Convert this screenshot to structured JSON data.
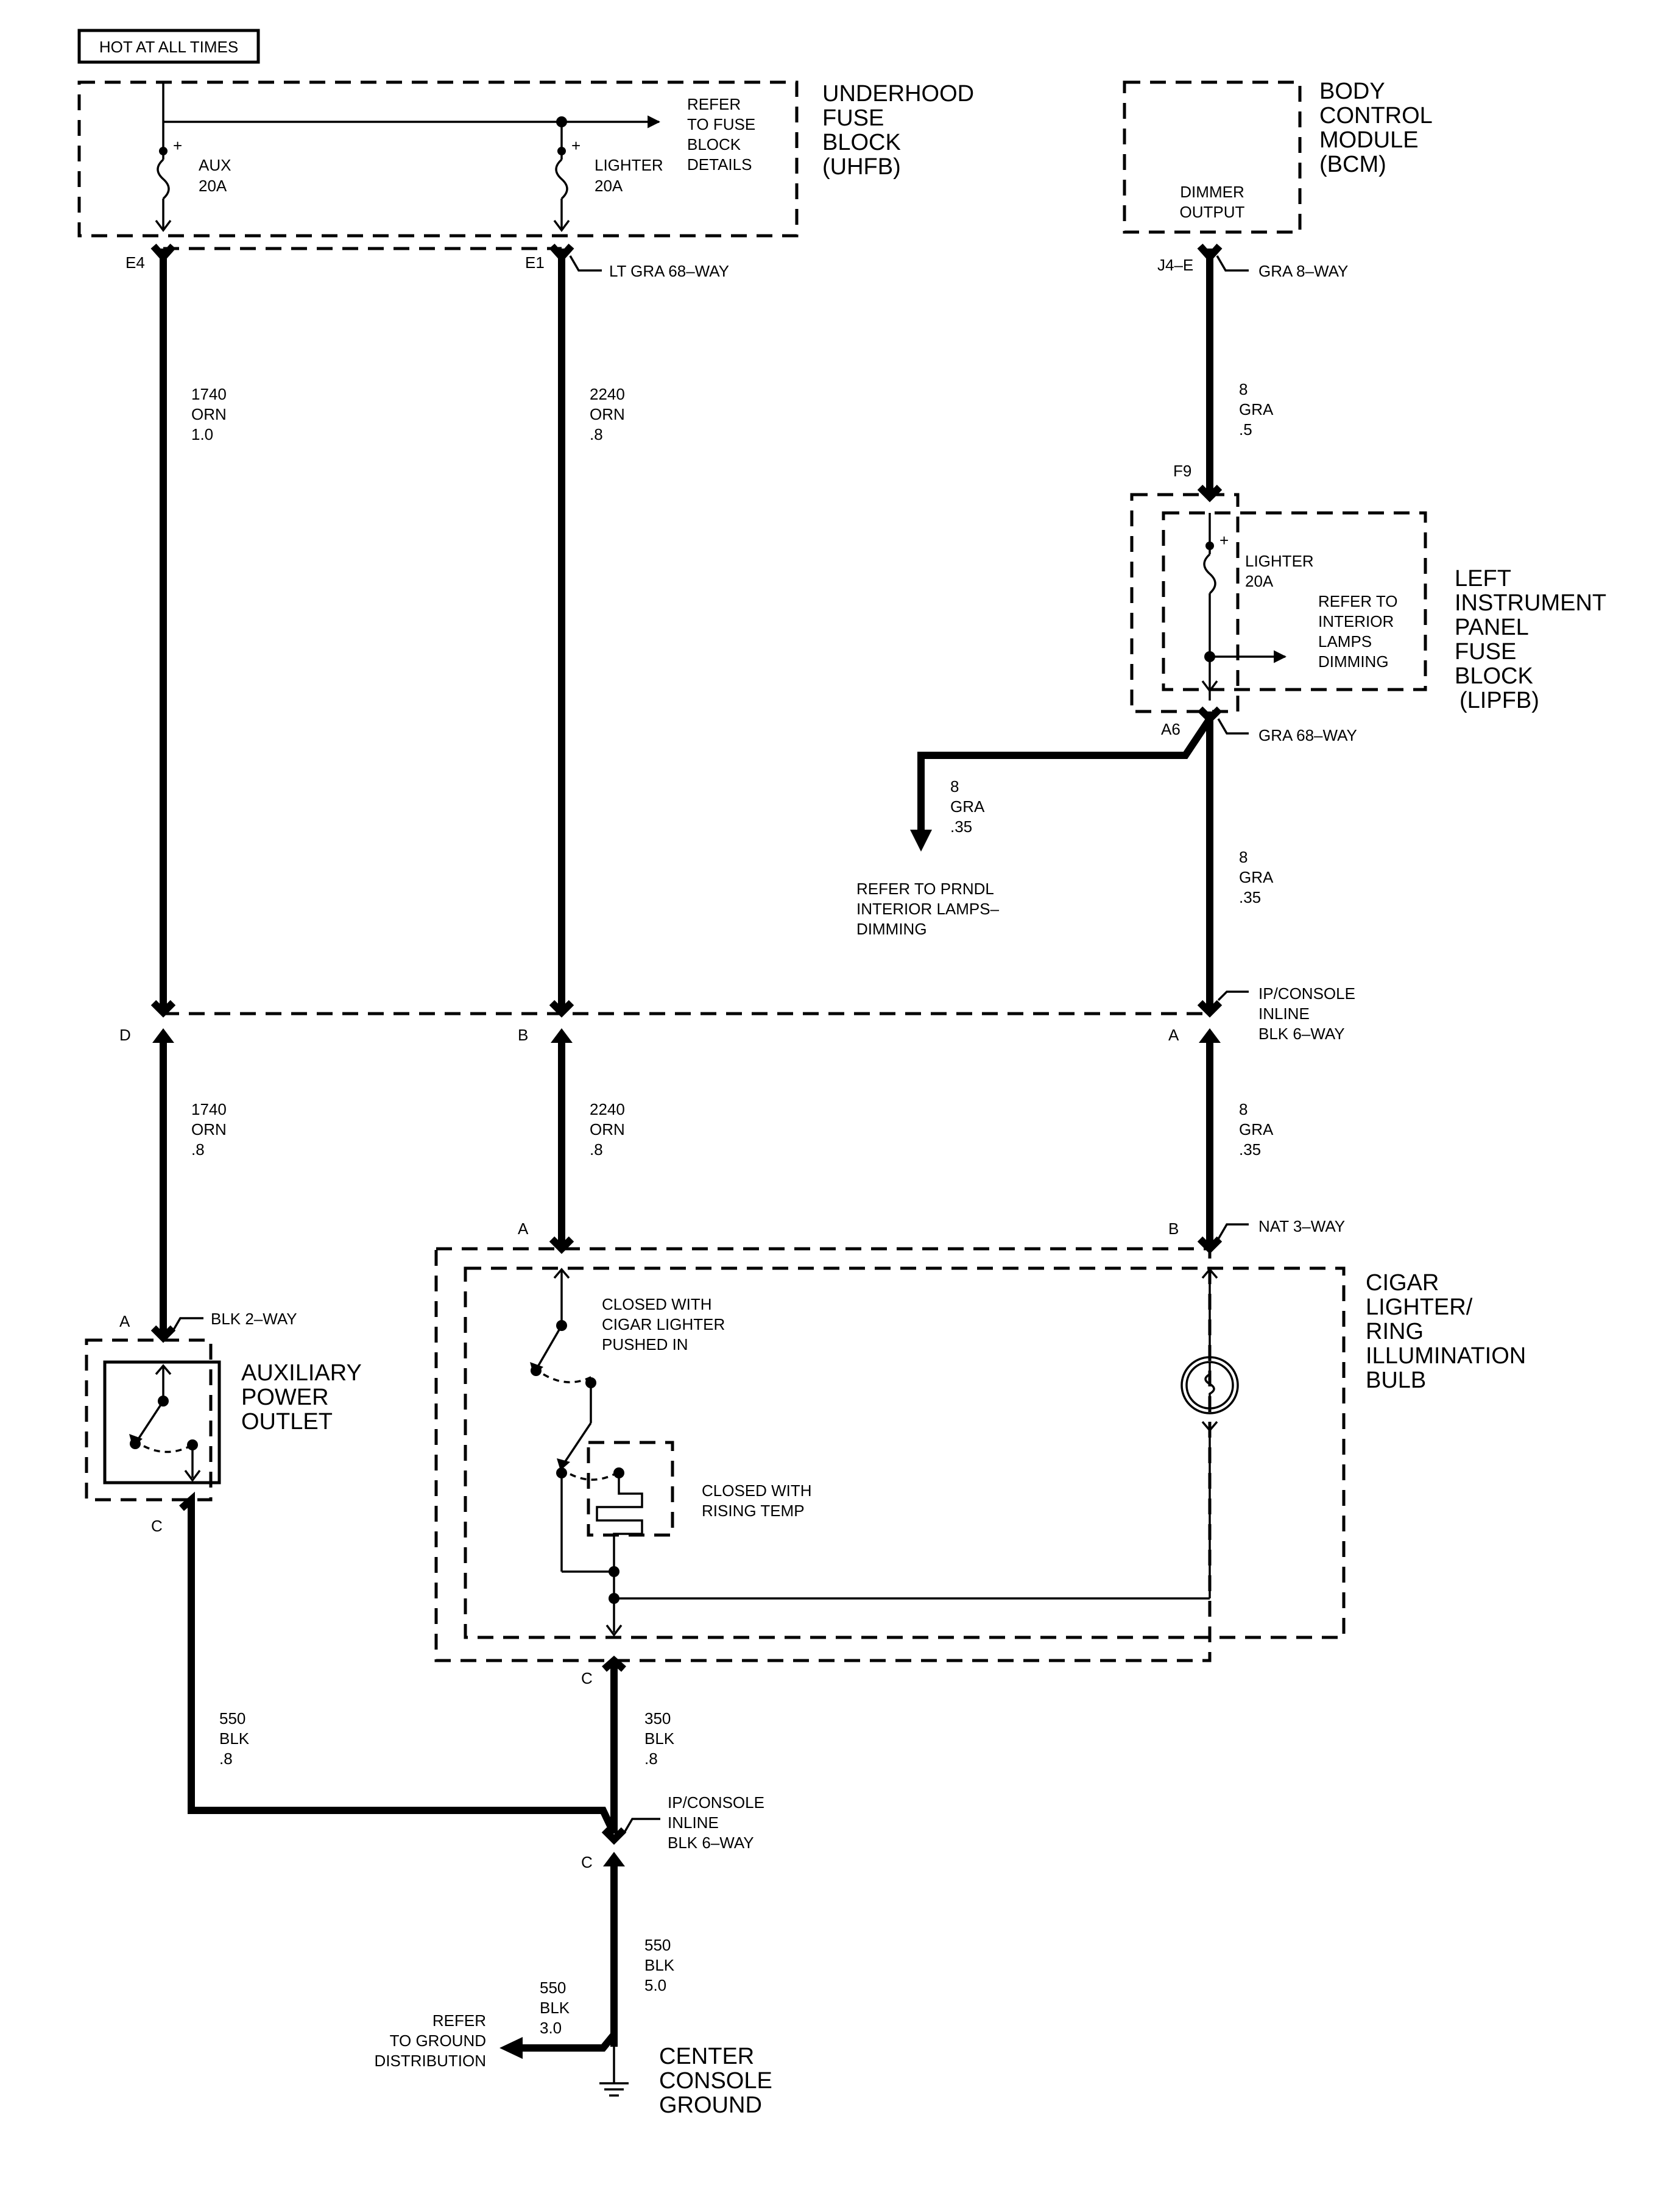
{
  "header": {
    "hot_label": "HOT AT ALL TIMES"
  },
  "uhfb": {
    "title": [
      "UNDERHOOD",
      "FUSE",
      "BLOCK",
      "(UHFB)"
    ],
    "fuse_aux": [
      "AUX",
      "20A"
    ],
    "fuse_lighter": [
      "LIGHTER",
      "20A"
    ],
    "refer": [
      "REFER",
      "TO FUSE",
      "BLOCK",
      "DETAILS"
    ],
    "pin_e4": "E4",
    "pin_e1": "E1",
    "connector": "LT GRA 68–WAY"
  },
  "bcm": {
    "title": [
      "BODY",
      "CONTROL",
      "MODULE",
      "(BCM)"
    ],
    "output": [
      "DIMMER",
      "OUTPUT"
    ],
    "pin": "J4–E",
    "connector": "GRA 8–WAY"
  },
  "lipfb": {
    "title": [
      "LEFT",
      "INSTRUMENT",
      "PANEL",
      "FUSE",
      "BLOCK",
      "(LIPFB)"
    ],
    "fuse": [
      "LIGHTER",
      "20A"
    ],
    "refer": [
      "REFER TO",
      "INTERIOR",
      "LAMPS",
      "DIMMING"
    ],
    "pin_f9": "F9",
    "pin_a6": "A6",
    "connector": "GRA 68–WAY"
  },
  "wires": {
    "w1740_top": [
      "1740",
      "ORN",
      "1.0"
    ],
    "w2240_top": [
      "2240",
      "ORN",
      ".8"
    ],
    "w8_bcm": [
      "8",
      "GRA",
      ".5"
    ],
    "w8_prndl": [
      "8",
      "GRA",
      ".35"
    ],
    "w8_lipfb": [
      "8",
      "GRA",
      ".35"
    ],
    "w1740_bot": [
      "1740",
      "ORN",
      ".8"
    ],
    "w2240_bot": [
      "2240",
      "ORN",
      ".8"
    ],
    "w8_bot": [
      "8",
      "GRA",
      ".35"
    ],
    "w550_aux": [
      "550",
      "BLK",
      ".8"
    ],
    "w350": [
      "350",
      "BLK",
      ".8"
    ],
    "w550_main": [
      "550",
      "BLK",
      "5.0"
    ],
    "w550_ground": [
      "550",
      "BLK",
      "3.0"
    ]
  },
  "prndl_refer": [
    "REFER TO PRNDL",
    "INTERIOR LAMPS–",
    "DIMMING"
  ],
  "ip_inline_1": {
    "label": [
      "IP/CONSOLE",
      "INLINE",
      "BLK 6–WAY"
    ],
    "pin_d": "D",
    "pin_b": "B",
    "pin_a": "A"
  },
  "cigar": {
    "title": [
      "CIGAR",
      "LIGHTER/",
      "RING",
      "ILLUMINATION",
      "BULB"
    ],
    "connector": "NAT 3–WAY",
    "pin_a": "A",
    "pin_b": "B",
    "pin_c": "C",
    "switch1": [
      "CLOSED WITH",
      "CIGAR LIGHTER",
      "PUSHED IN"
    ],
    "switch2": [
      "CLOSED WITH",
      "RISING TEMP"
    ]
  },
  "aux_outlet": {
    "title": [
      "AUXILIARY",
      "POWER",
      "OUTLET"
    ],
    "connector": "BLK 2–WAY",
    "pin_a": "A",
    "pin_c": "C"
  },
  "ip_inline_2": {
    "label": [
      "IP/CONSOLE",
      "INLINE",
      "BLK 6–WAY"
    ],
    "pin_c": "C"
  },
  "ground": {
    "title": [
      "CENTER",
      "CONSOLE",
      "GROUND"
    ],
    "refer": [
      "REFER",
      "TO GROUND",
      "DISTRIBUTION"
    ]
  }
}
